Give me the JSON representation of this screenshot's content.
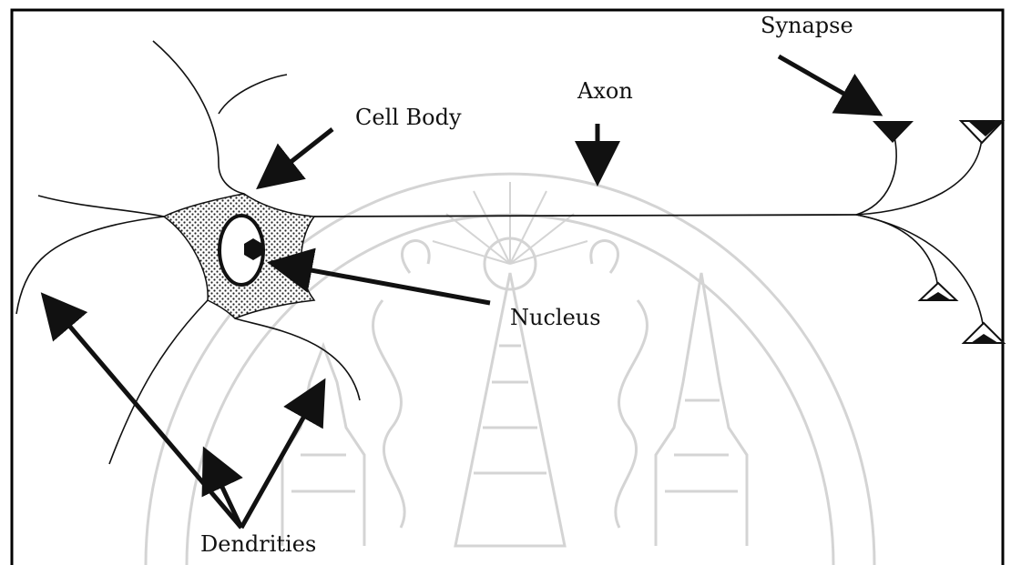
{
  "diagram": {
    "labels": {
      "synapse": "Synapse",
      "axon": "Axon",
      "cell_body": "Cell Body",
      "nucleus": "Nucleus",
      "dendrites": "Dendrities"
    },
    "watermark": {
      "description_icon": "university-seal-watermark",
      "color": "#d6d6d6"
    },
    "colors": {
      "ink": "#111111",
      "frame": "#000000",
      "background": "#ffffff"
    }
  }
}
